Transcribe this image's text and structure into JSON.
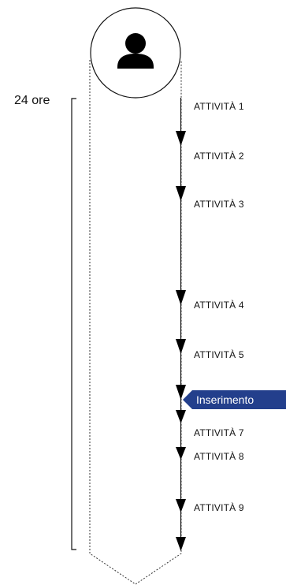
{
  "avatar": {
    "icon": "person-icon"
  },
  "duration_label": "24 ore",
  "activities": [
    {
      "label": "ATTIVITÀ 1"
    },
    {
      "label": "ATTIVITÀ 2"
    },
    {
      "label": "ATTIVITÀ 3"
    },
    {
      "label": "ATTIVITÀ 4"
    },
    {
      "label": "ATTIVITÀ 5"
    },
    {
      "label": "ATTIVITÀ 7"
    },
    {
      "label": "ATTIVITÀ 8"
    },
    {
      "label": "ATTIVITÀ 9"
    }
  ],
  "insert_tag": {
    "label": "Inserimento",
    "color": "#233f8c"
  }
}
